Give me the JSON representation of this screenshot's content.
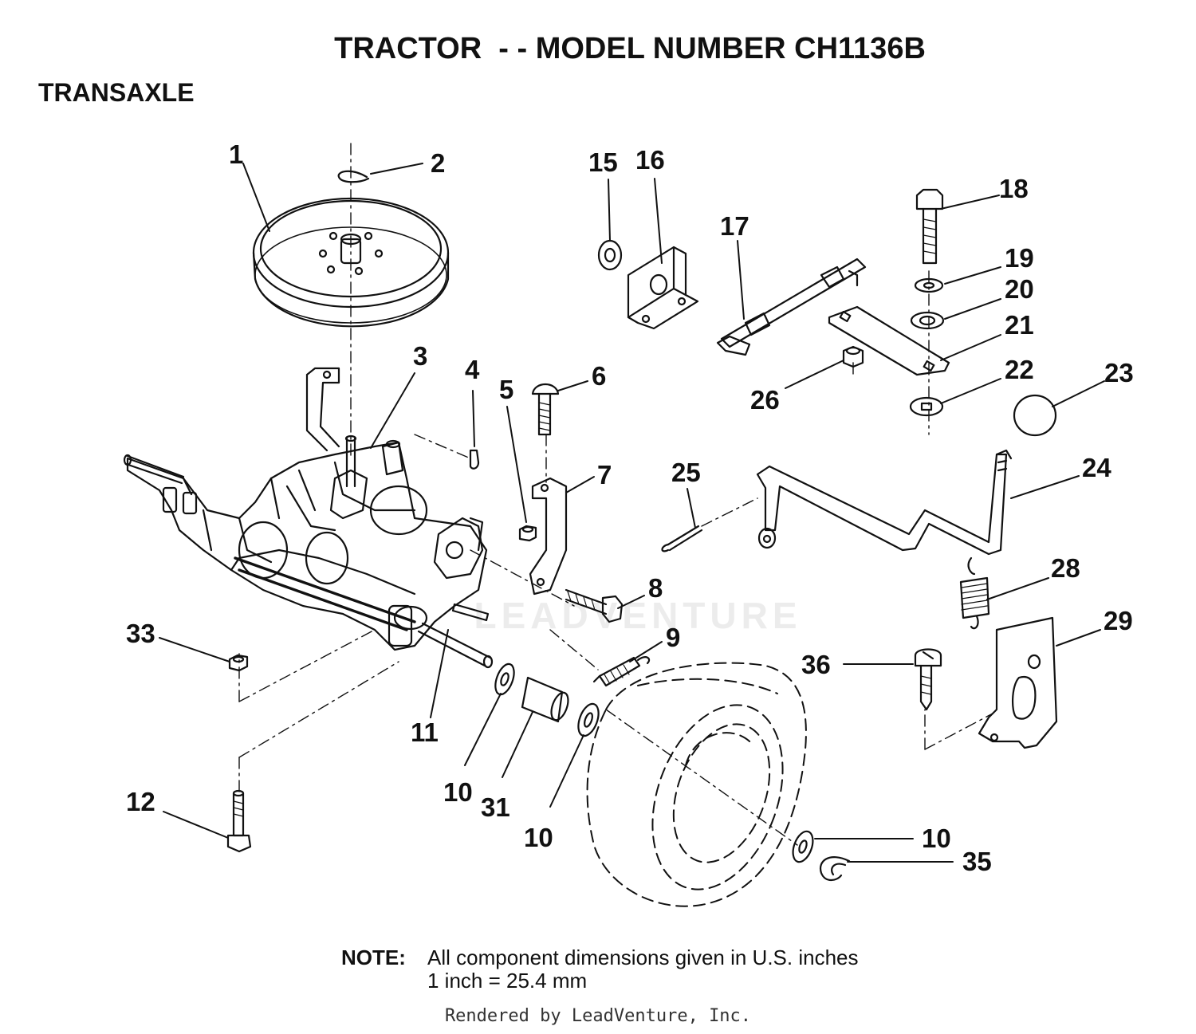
{
  "header": {
    "title": "TRACTOR  - - MODEL NUMBER CH1136B",
    "section": "TRANSAXLE"
  },
  "watermark": {
    "text": "LEADVENTURE"
  },
  "callouts": {
    "c1": "1",
    "c2": "2",
    "c3": "3",
    "c4": "4",
    "c5": "5",
    "c6": "6",
    "c7": "7",
    "c8": "8",
    "c9": "9",
    "c10a": "10",
    "c10b": "10",
    "c10c": "10",
    "c11": "11",
    "c12": "12",
    "c15": "15",
    "c16": "16",
    "c17": "17",
    "c18": "18",
    "c19": "19",
    "c20": "20",
    "c21": "21",
    "c22": "22",
    "c23": "23",
    "c24": "24",
    "c25": "25",
    "c26": "26",
    "c28": "28",
    "c29": "29",
    "c31": "31",
    "c33": "33",
    "c35": "35",
    "c36": "36"
  },
  "note": {
    "label": "NOTE:",
    "line1": "All component dimensions given in U.S. inches",
    "line2": "1 inch = 25.4 mm"
  },
  "footer": {
    "text": "Rendered by LeadVenture, Inc."
  },
  "colors": {
    "ink": "#111111",
    "background": "#ffffff",
    "watermark": "#ececec"
  }
}
